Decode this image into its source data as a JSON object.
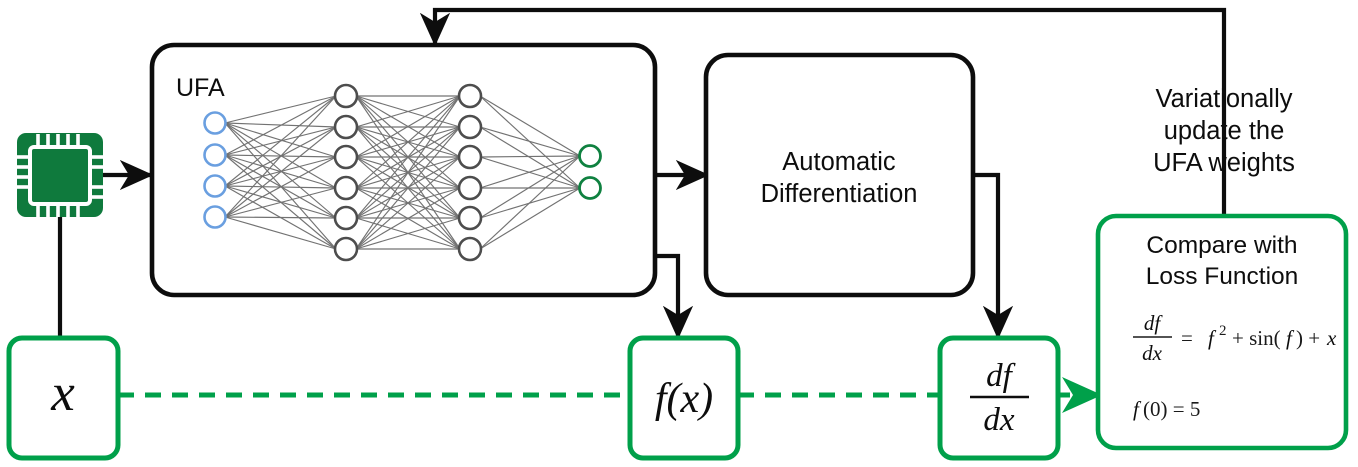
{
  "diagram": {
    "title": "UFA training loop for solving a differential equation",
    "colors": {
      "green": "#00a04a",
      "green_dark": "#0f8140",
      "chip_green": "#0f7a3d",
      "black": "#0d0d0d",
      "node_gray": "#4d4d4d",
      "node_blue": "#6a9fe0",
      "edge_gray": "#6b6b6b",
      "white": "#ffffff"
    },
    "nodes": {
      "chip": {
        "name": "processor-chip",
        "icon": "cpu-chip-icon"
      },
      "ufa": {
        "label": "UFA",
        "network": {
          "input_layer_count": 4,
          "hidden_layer_1_count": 6,
          "hidden_layer_2_count": 6,
          "output_layer_count": 2,
          "input_color": "#6a9fe0",
          "hidden_color": "#4d4d4d",
          "output_color": "#0f8140"
        }
      },
      "autodiff": {
        "line1": "Automatic",
        "line2": "Differentiation"
      },
      "feedback": {
        "line1": "Variationally",
        "line2": "update the",
        "line3": "UFA weights"
      },
      "loss": {
        "line1": "Compare with",
        "line2": "Loss Function",
        "equation_lhs_num": "df",
        "equation_lhs_den": "dx",
        "equation_rhs": "= f 2 + sin(f) + x",
        "initial_condition": "f(0) = 5"
      },
      "x_box": {
        "label": "x"
      },
      "fx_box": {
        "label": "f(x)"
      },
      "dfdx_box": {
        "num": "df",
        "den": "dx"
      }
    },
    "edges": [
      {
        "name": "chip-to-ufa",
        "style": "solid-arrow",
        "color": "#0d0d0d"
      },
      {
        "name": "chip-to-x",
        "style": "solid-line",
        "color": "#0d0d0d"
      },
      {
        "name": "ufa-to-autodiff",
        "style": "solid-arrow",
        "color": "#0d0d0d"
      },
      {
        "name": "ufa-to-fx",
        "style": "solid-arrow",
        "color": "#0d0d0d"
      },
      {
        "name": "autodiff-to-dfdx",
        "style": "solid-arrow",
        "color": "#0d0d0d"
      },
      {
        "name": "loss-to-ufa-feedback",
        "style": "solid-arrow",
        "color": "#0d0d0d"
      },
      {
        "name": "x-to-fx",
        "style": "dashed-line",
        "color": "#00a04a"
      },
      {
        "name": "fx-to-dfdx",
        "style": "dashed-line",
        "color": "#00a04a"
      },
      {
        "name": "dfdx-to-loss",
        "style": "dashed-arrow",
        "color": "#00a04a"
      }
    ]
  }
}
